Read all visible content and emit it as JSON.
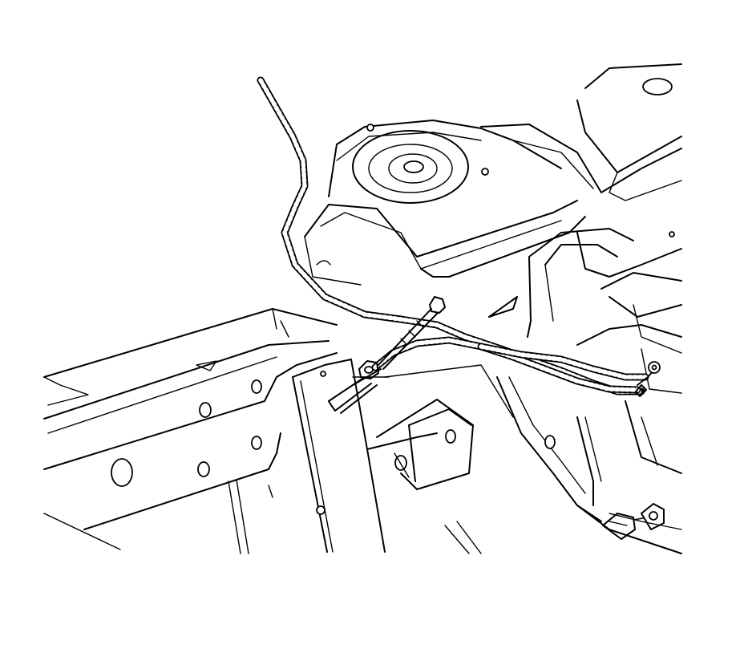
{
  "diagram": {
    "kind": "line-art technical illustration",
    "colors": {
      "line": "#000000",
      "background": "#ffffff"
    },
    "parts": [
      "wiring-harness",
      "conduit-clip",
      "retaining-bolt",
      "ground-terminal",
      "frame-rail",
      "body-structure",
      "spring-seat",
      "mounting-bracket",
      "hex-fasteners"
    ]
  }
}
